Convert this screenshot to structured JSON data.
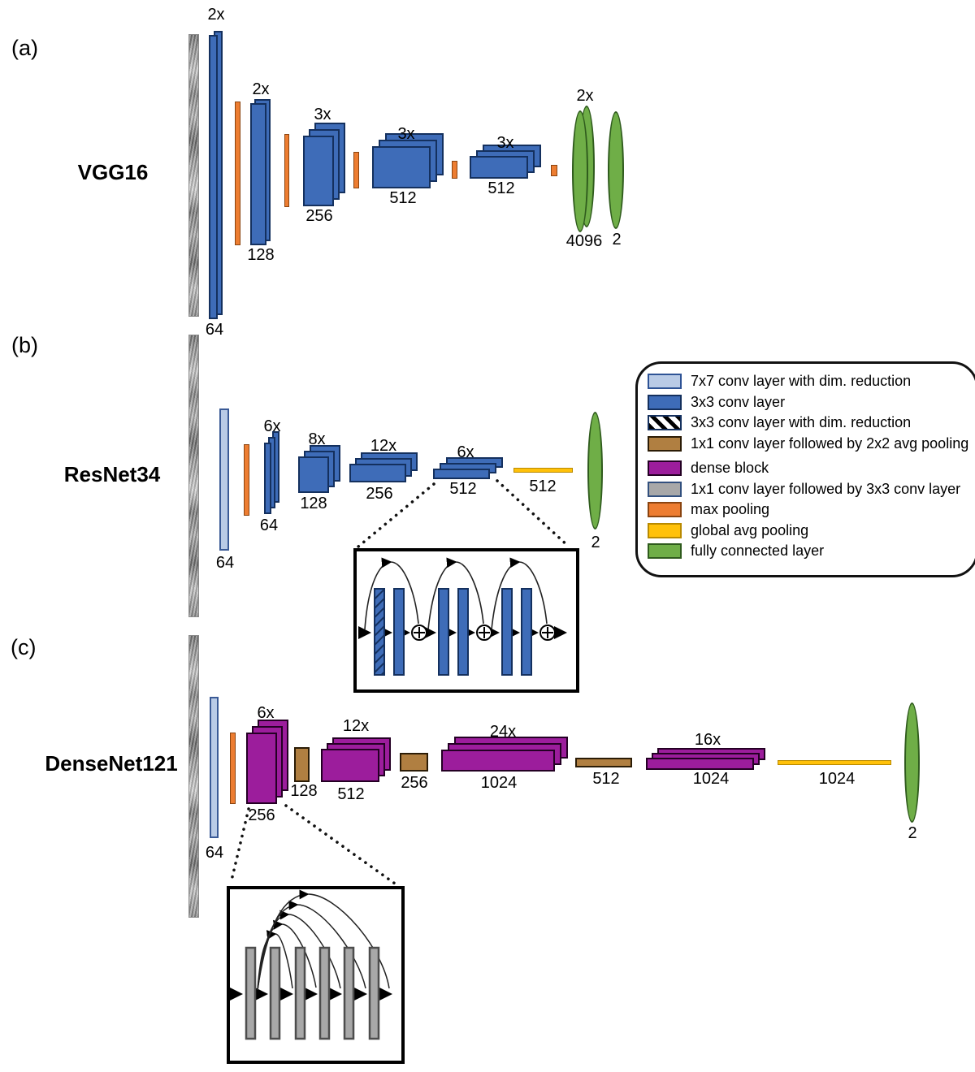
{
  "panels": {
    "a": {
      "tag": "(a)",
      "title": "VGG16",
      "labels": {
        "conv1_mult": "2x",
        "conv1_ch": "64",
        "conv2_mult": "2x",
        "conv2_ch": "128",
        "conv3_mult": "3x",
        "conv3_ch": "256",
        "conv4_mult": "3x",
        "conv4_ch": "512",
        "conv5_mult": "3x",
        "conv5_ch": "512",
        "fc_mult": "2x",
        "fc1_units": "4096",
        "fc2_units": "2"
      }
    },
    "b": {
      "tag": "(b)",
      "title": "ResNet34",
      "labels": {
        "stem_ch": "64",
        "stage1_mult": "6x",
        "stage1_ch": "64",
        "stage2_mult": "8x",
        "stage2_ch": "128",
        "stage3_mult": "12x",
        "stage3_ch": "256",
        "stage4_mult": "6x",
        "stage4_ch": "512",
        "gap_ch": "512",
        "fc_units": "2"
      }
    },
    "c": {
      "tag": "(c)",
      "title": "DenseNet121",
      "labels": {
        "stem_ch": "64",
        "db1_mult": "6x",
        "db1_ch": "256",
        "trans1_ch": "128",
        "db2_mult": "12x",
        "db2_ch": "512",
        "trans2_ch": "256",
        "db3_mult": "24x",
        "db3_ch": "1024",
        "trans3_ch": "512",
        "db4_mult": "16x",
        "db4_ch": "1024",
        "gap_ch": "1024",
        "fc_units": "2"
      }
    }
  },
  "legend": {
    "items": [
      {
        "key": "conv7x7",
        "label": "7x7 conv layer with dim. reduction"
      },
      {
        "key": "conv3x3",
        "label": "3x3 conv layer"
      },
      {
        "key": "conv3x3dim",
        "label": "3x3 conv layer with dim. reduction"
      },
      {
        "key": "conv1x1avg",
        "label": "1x1 conv layer followed by 2x2 avg pooling"
      },
      {
        "key": "dense",
        "label": "dense block"
      },
      {
        "key": "conv1x1conv3x3",
        "label": "1x1 conv layer followed by 3x3 conv layer"
      },
      {
        "key": "maxpool",
        "label": "max pooling"
      },
      {
        "key": "gap",
        "label": "global avg pooling"
      },
      {
        "key": "fc",
        "label": "fully connected layer"
      }
    ]
  },
  "palette": {
    "conv_blue": "#3e6cb8",
    "conv_light_blue": "#b9cbe6",
    "max_pool_orange": "#ed7d31",
    "dense_purple": "#9c1d9c",
    "transition_brown": "#b07f41",
    "gap_yellow": "#ffc10a",
    "fc_green": "#6fae47",
    "inset_gray": "#a8a8a8"
  }
}
